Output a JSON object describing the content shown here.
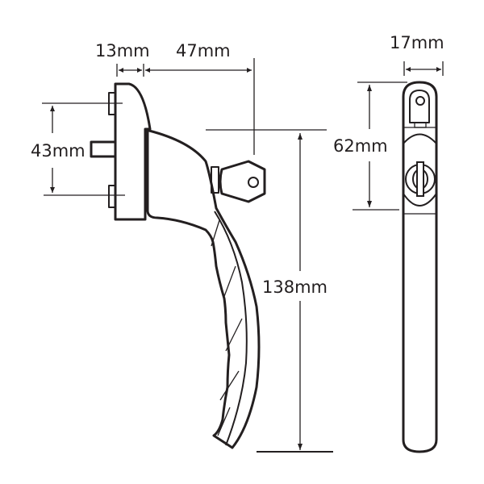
{
  "diagram": {
    "subject": "window handle with key lock",
    "line_color": "#231f20",
    "background": "#ffffff",
    "views": [
      {
        "name": "side view"
      },
      {
        "name": "front view"
      }
    ],
    "dimensions": {
      "base_depth": "13mm",
      "reach": "47mm",
      "spindle_spacing": "43mm",
      "handle_length": "138mm",
      "front_width": "17mm",
      "lock_height": "62mm"
    }
  }
}
